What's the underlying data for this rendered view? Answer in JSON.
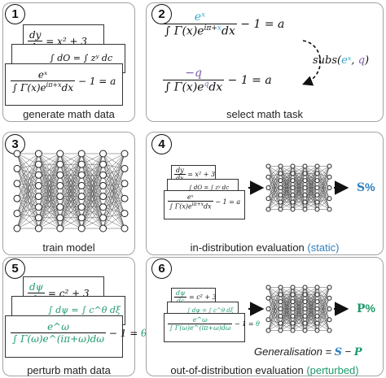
{
  "panels": [
    {
      "number": "1",
      "caption": "generate math data"
    },
    {
      "number": "2",
      "caption": "select math task"
    },
    {
      "number": "3",
      "caption": "train model"
    },
    {
      "number": "4",
      "caption": "in-distribution evaluation",
      "caption_tag": "(static)"
    },
    {
      "number": "5",
      "caption": "perturb math data"
    },
    {
      "number": "6",
      "caption": "out-of-distribution evaluation",
      "caption_tag": "(perturbed)"
    }
  ],
  "equations": {
    "p1_back_frac_num": "dy",
    "p1_back_frac_den": "dx",
    "p1_back_rest": "= x² + 3",
    "p1_mid": "∫ dO = ∫ zʸ dc",
    "front_num": "eˣ",
    "front_den_pre": "∫ Γ(x)",
    "front_den_exp": "e",
    "front_den_post": "dx",
    "front_tail": "− 1 = a",
    "p2_top_num": "eˣ",
    "p2_top_den": "∫ Γ(x)e^(iπ+x)dx",
    "p2_top_tail": "− 1 = a",
    "p2_bot_num": "−q",
    "p2_bot_den_pre": "∫ Γ(x)e",
    "p2_bot_den_q": "q",
    "p2_bot_den_post": "dx",
    "p2_bot_tail": "− 1 = a",
    "subs_pre": "subs(",
    "subs_ex": "eˣ",
    "subs_sep": ", ",
    "subs_q": "q",
    "subs_post": ")",
    "p5_back_num": "dψ",
    "p5_back_den": "dc",
    "p5_back_rest": "= c² + 3",
    "p5_mid": "∫ dψ = ∫ c^θ dξ",
    "p5_front_num": "e^ω",
    "p5_front_den": "∫ Γ(ω)e^(iπ+ω)dω",
    "p5_front_tail_pre": "− 1 = ",
    "p5_front_tail_var": "θ"
  },
  "p1_front_exp": "iπ+x",
  "p2_top_exp_pre": "iπ+",
  "p2_top_exp_x": "x",
  "results": {
    "static_symbol": "S",
    "static_unit": "%",
    "perturbed_symbol": "P",
    "perturbed_unit": "%",
    "generalisation_label": "Generalisation = ",
    "generalisation_s": "S",
    "generalisation_minus": " − ",
    "generalisation_p": "P"
  },
  "colors": {
    "panel_border": "#a3a3a3",
    "blue_text": "#2e7fbf",
    "cyan": "#35a6c9",
    "purple": "#7d5ca6",
    "green": "#1f9a6c"
  }
}
